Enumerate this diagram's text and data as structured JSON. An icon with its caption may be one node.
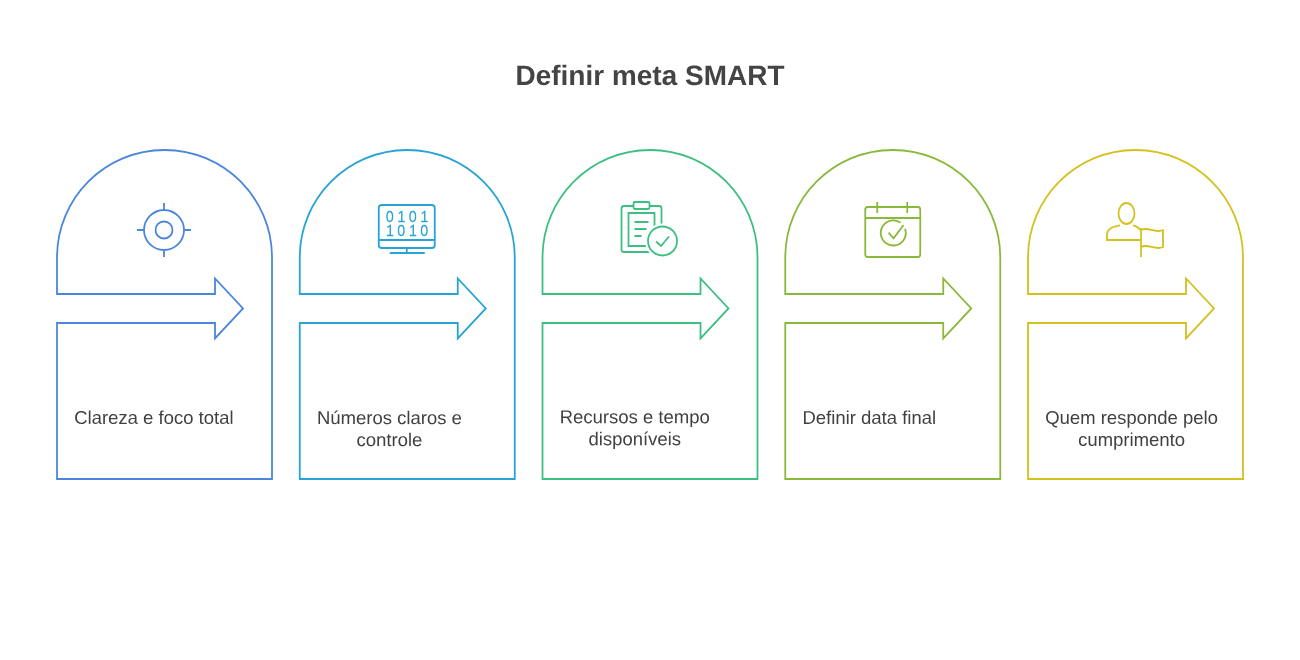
{
  "diagram": {
    "title": "Definir meta SMART",
    "nodes": [
      {
        "text": [
          "Clareza e foco total"
        ]
      },
      {
        "text": [
          "Números claros e controle"
        ]
      },
      {
        "text": [
          "Recursos e tempo disponíveis"
        ]
      },
      {
        "text": [
          "Definir data final"
        ]
      },
      {
        "text": [
          "Quem responde pelo cumprimento"
        ]
      }
    ]
  }
}
